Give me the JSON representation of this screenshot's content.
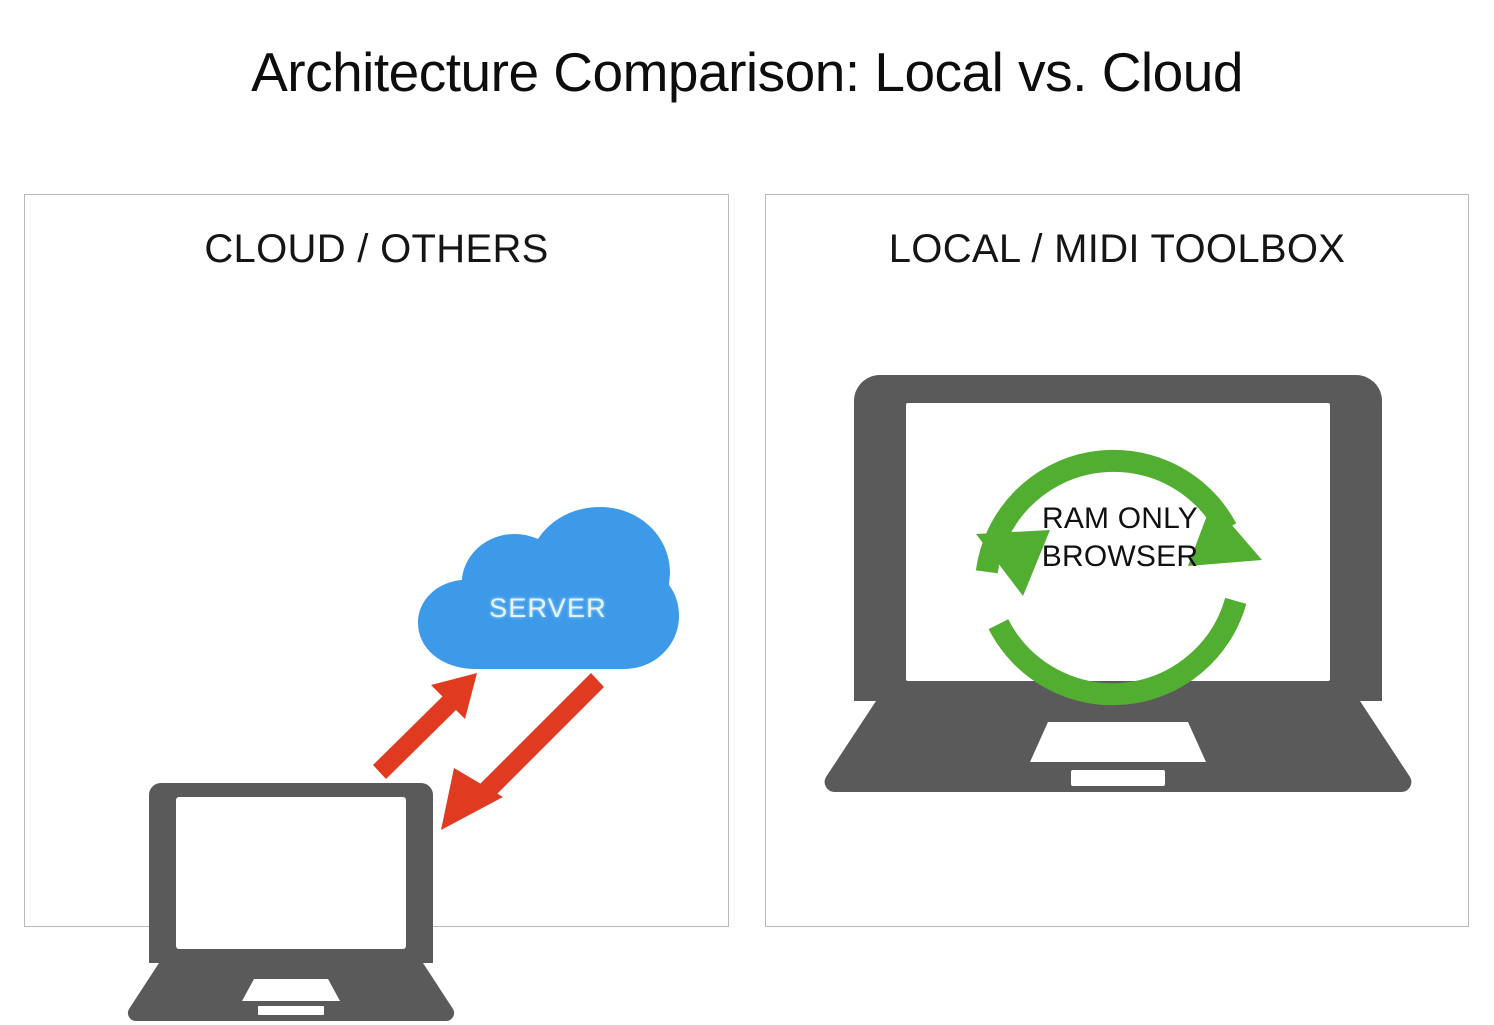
{
  "page": {
    "title": "Architecture Comparison: Local vs. Cloud",
    "background_color": "#ffffff"
  },
  "panels": [
    {
      "id": "cloud-others",
      "header": "CLOUD / OTHERS",
      "cloud": {
        "label": "SERVER",
        "color": "#3d9ae8",
        "label_color": "#e6f4fd"
      },
      "arrows": {
        "count": 2,
        "color": "#e03a20",
        "directions": [
          "up-right",
          "down-left"
        ]
      },
      "device": {
        "icon": "laptop-icon",
        "color": "#5a5a5a",
        "screen_color": "#ffffff"
      }
    },
    {
      "id": "local-midi-toolbox",
      "header": "LOCAL / MIDI TOOLBOX",
      "device": {
        "icon": "laptop-icon",
        "color": "#5a5a5a",
        "screen_color": "#ffffff"
      },
      "cycle": {
        "icon": "refresh-cycle-icon",
        "color": "#52ae30",
        "label_line_1": "RAM ONLY",
        "label_line_2": "BROWSER",
        "label_color": "#111111"
      }
    }
  ],
  "colors": {
    "panel_border": "#b9b9b9",
    "title_text": "#0d0d0d",
    "cloud_blue": "#3d9ae8",
    "arrow_red": "#e03a20",
    "cycle_green": "#52ae30",
    "device_gray": "#5a5a5a"
  }
}
